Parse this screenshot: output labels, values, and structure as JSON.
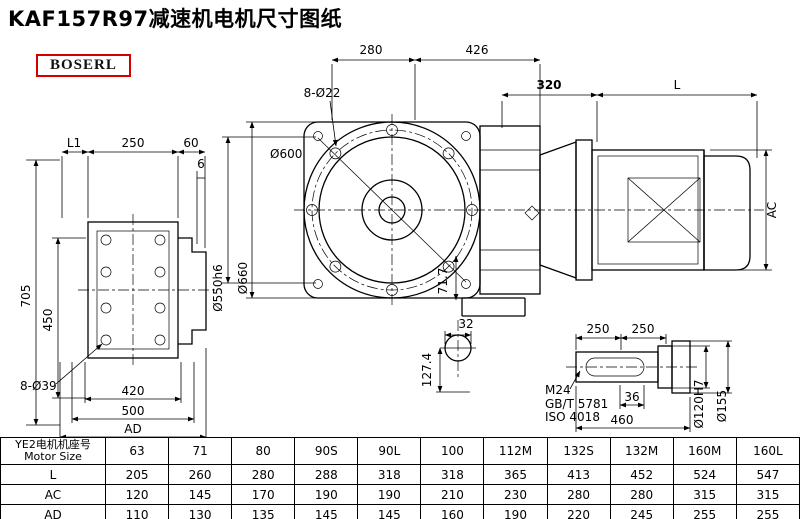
{
  "page": {
    "title": "KAF157R97减速机电机尺寸图纸",
    "logo": "BOSERL"
  },
  "colors": {
    "logo_border": "#d40000",
    "line": "#000000",
    "background": "#ffffff"
  },
  "dims": {
    "d280": "280",
    "d426": "426",
    "bolt22": "8-Ø22",
    "d600": "Ø600",
    "d320": "320",
    "L": "L",
    "AC": "AC",
    "L1": "L1",
    "d250": "250",
    "d60": "60",
    "d6": "6",
    "d705": "705",
    "d450": "450",
    "bolt39": "8-Ø39",
    "d420": "420",
    "d500": "500",
    "AD": "AD",
    "d550": "Ø550h6",
    "d660": "Ø660",
    "d717": "71.7",
    "d32": "32",
    "d1274": "127.4",
    "d250a": "250",
    "d250b": "250",
    "m24": "M24",
    "gbt": "GB/T 5781",
    "iso": "ISO 4018",
    "d36": "36",
    "d460": "460",
    "d120": "Ø120H7",
    "d155": "Ø155"
  },
  "table": {
    "header_cn": "YE2电机机座号",
    "header_en": "Motor Size",
    "sizes": [
      "63",
      "71",
      "80",
      "90S",
      "90L",
      "100",
      "112M",
      "132S",
      "132M",
      "160M",
      "160L"
    ],
    "rows": [
      {
        "label": "L",
        "values": [
          "205",
          "260",
          "280",
          "288",
          "318",
          "318",
          "365",
          "413",
          "452",
          "524",
          "547"
        ]
      },
      {
        "label": "AC",
        "values": [
          "120",
          "145",
          "170",
          "190",
          "190",
          "210",
          "230",
          "280",
          "280",
          "315",
          "315"
        ]
      },
      {
        "label": "AD",
        "values": [
          "110",
          "130",
          "135",
          "145",
          "145",
          "160",
          "190",
          "220",
          "245",
          "255",
          "255"
        ]
      }
    ]
  }
}
